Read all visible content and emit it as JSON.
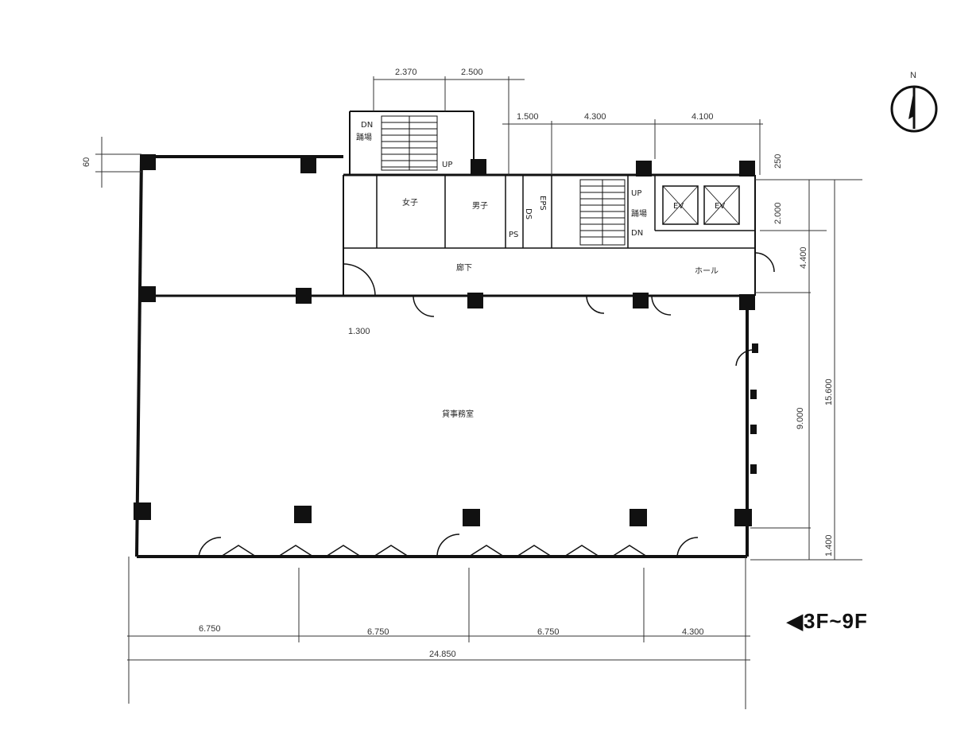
{
  "compass": {
    "label": "N"
  },
  "floor_label": "◀3F~9F",
  "dims_top": {
    "a": "2.370",
    "b": "2.500",
    "c": "1.500",
    "d": "4.300",
    "e": "4.100"
  },
  "dims_left": {
    "a": "60"
  },
  "dims_right": {
    "a": "250",
    "b": "2.000",
    "c": "4.400",
    "d": "9.000",
    "e": "15.600",
    "f": "1.400"
  },
  "dims_bottom": {
    "a": "6.750",
    "b": "6.750",
    "c": "6.750",
    "d": "4.300",
    "total": "24.850"
  },
  "dim_corridor": "1.300",
  "rooms": {
    "office": "貸事務室",
    "corridor": "廊下",
    "hall": "ホール",
    "ev1": "EV",
    "ev2": "EV",
    "stair1_dn": "DN",
    "stair1_up": "UP",
    "stair1_landing": "踊場",
    "stair2_up": "UP",
    "stair2_landing": "踊場",
    "stair2_dn": "DN",
    "wc_women": "女子",
    "wc_men": "男子",
    "ps": "PS",
    "eps": "EPS",
    "ds": "DS"
  }
}
